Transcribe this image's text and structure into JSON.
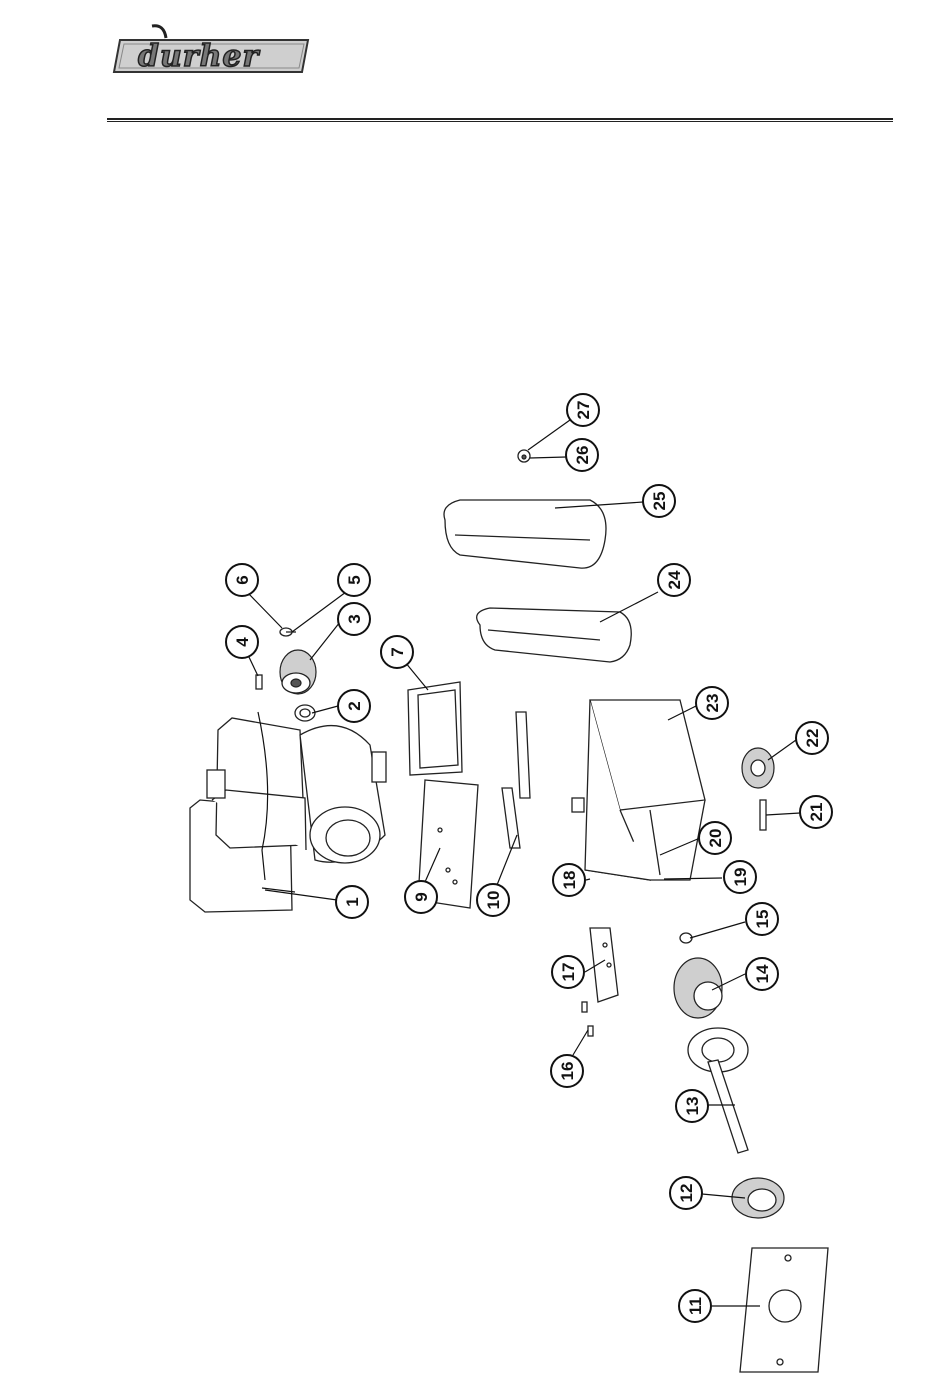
{
  "brand": {
    "logo_text": "durher"
  },
  "callouts": [
    {
      "id": "c1",
      "label": "1"
    },
    {
      "id": "c2",
      "label": "2"
    },
    {
      "id": "c3",
      "label": "3"
    },
    {
      "id": "c4",
      "label": "4"
    },
    {
      "id": "c5",
      "label": "5"
    },
    {
      "id": "c6",
      "label": "6"
    },
    {
      "id": "c7",
      "label": "7"
    },
    {
      "id": "c9",
      "label": "9"
    },
    {
      "id": "c10",
      "label": "10"
    },
    {
      "id": "c11",
      "label": "11"
    },
    {
      "id": "c12",
      "label": "12"
    },
    {
      "id": "c13",
      "label": "13"
    },
    {
      "id": "c14",
      "label": "14"
    },
    {
      "id": "c15",
      "label": "15"
    },
    {
      "id": "c16",
      "label": "16"
    },
    {
      "id": "c17",
      "label": "17"
    },
    {
      "id": "c18",
      "label": "18"
    },
    {
      "id": "c19",
      "label": "19"
    },
    {
      "id": "c20",
      "label": "20"
    },
    {
      "id": "c21",
      "label": "21"
    },
    {
      "id": "c22",
      "label": "22"
    },
    {
      "id": "c23",
      "label": "23"
    },
    {
      "id": "c24",
      "label": "24"
    },
    {
      "id": "c25",
      "label": "25"
    },
    {
      "id": "c26",
      "label": "26"
    },
    {
      "id": "c27",
      "label": "27"
    }
  ]
}
